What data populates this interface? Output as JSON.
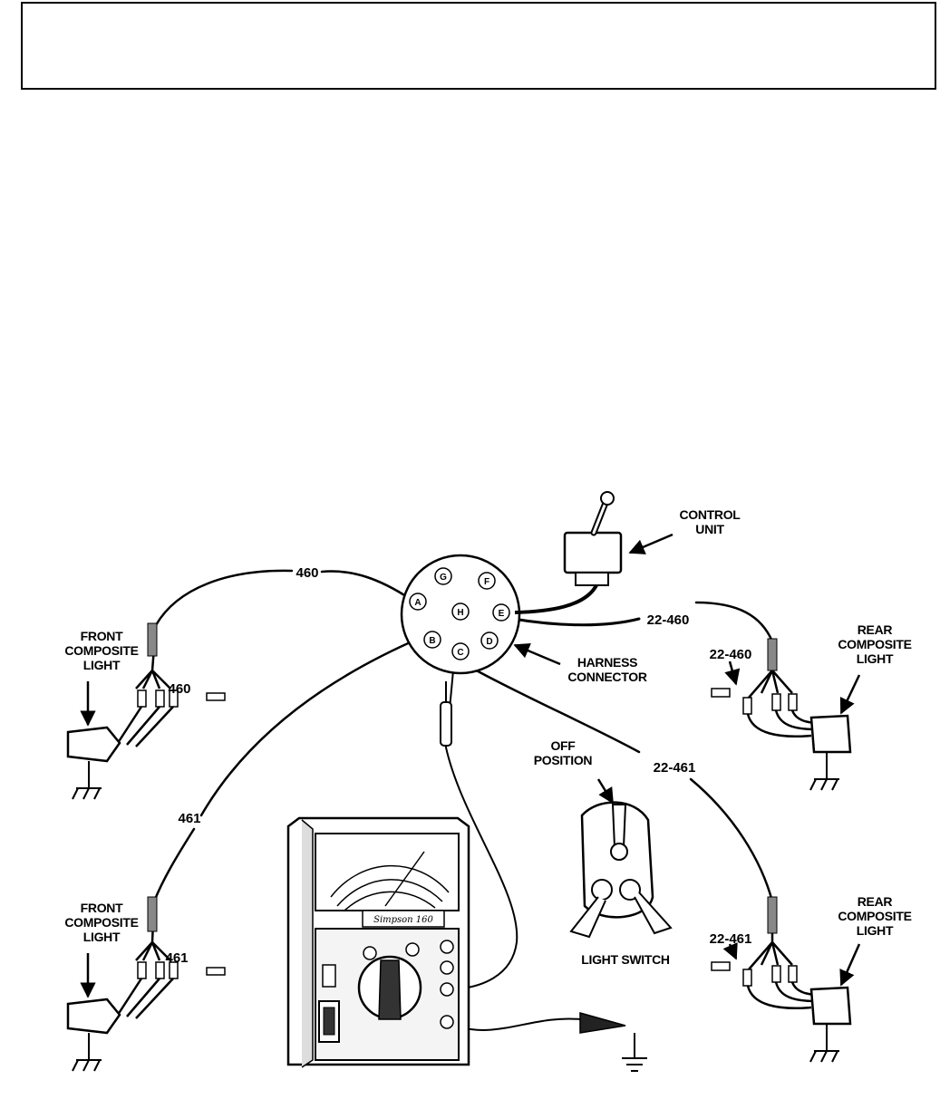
{
  "labels": {
    "control_unit": [
      "CONTROL",
      "UNIT"
    ],
    "harness_connector": [
      "HARNESS",
      "CONNECTOR"
    ],
    "front_composite_light": [
      "FRONT",
      "COMPOSITE",
      "LIGHT"
    ],
    "rear_composite_light": [
      "REAR",
      "COMPOSITE",
      "LIGHT"
    ],
    "off_position": [
      "OFF",
      "POSITION"
    ],
    "light_switch": "LIGHT SWITCH"
  },
  "wires": {
    "w460": "460",
    "w461": "461",
    "w22_460": "22-460",
    "w22_461": "22-461"
  },
  "connector_pins": [
    "A",
    "B",
    "C",
    "D",
    "E",
    "F",
    "G",
    "H"
  ],
  "meter_brand": "Simpson 160"
}
